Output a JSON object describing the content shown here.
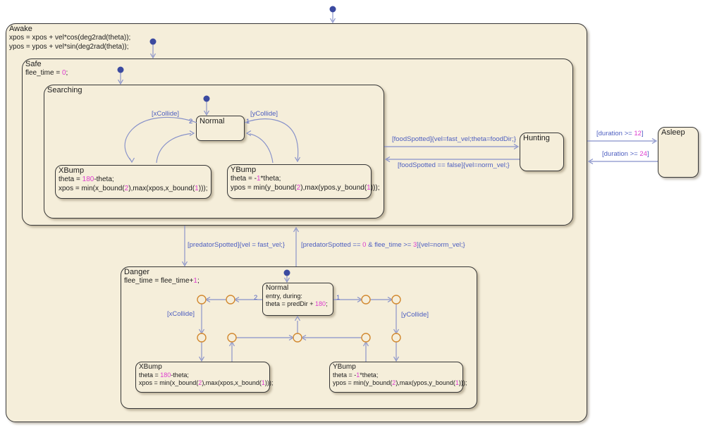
{
  "colors": {
    "state_fill": "#f5eeda",
    "state_border": "#363636",
    "line": "#8791c9",
    "label": "#4d5ec0",
    "number": "#dd3ccf",
    "dot": "#3b4aa0",
    "junction_border": "#d2882f"
  },
  "states": {
    "awake": {
      "name": "Awake",
      "code": [
        [
          {
            "t": "xpos = xpos + vel*cos(deg2rad(theta));"
          }
        ],
        [
          {
            "t": "ypos = ypos + vel*sin(deg2rad(theta));"
          }
        ]
      ]
    },
    "safe": {
      "name": "Safe",
      "code": [
        [
          {
            "t": "flee_time = "
          },
          {
            "t": "0",
            "n": true
          },
          {
            "t": ";"
          }
        ]
      ]
    },
    "searching": {
      "name": "Searching"
    },
    "normal_search": {
      "name": "Normal"
    },
    "xbump_search": {
      "name": "XBump",
      "code": [
        [
          {
            "t": "theta = "
          },
          {
            "t": "180",
            "n": true
          },
          {
            "t": "-theta;"
          }
        ],
        [
          {
            "t": "xpos = min(x_bound("
          },
          {
            "t": "2",
            "n": true
          },
          {
            "t": "),max(xpos,x_bound("
          },
          {
            "t": "1",
            "n": true
          },
          {
            "t": ")));"
          }
        ]
      ]
    },
    "ybump_search": {
      "name": "YBump",
      "code": [
        [
          {
            "t": "theta = -"
          },
          {
            "t": "1",
            "n": true
          },
          {
            "t": "*theta;"
          }
        ],
        [
          {
            "t": "ypos = min(y_bound("
          },
          {
            "t": "2",
            "n": true
          },
          {
            "t": "),max(ypos,y_bound("
          },
          {
            "t": "1",
            "n": true
          },
          {
            "t": ")));"
          }
        ]
      ]
    },
    "hunting": {
      "name": "Hunting"
    },
    "asleep": {
      "name": "Asleep"
    },
    "danger": {
      "name": "Danger",
      "code": [
        [
          {
            "t": "flee_time = flee_time+"
          },
          {
            "t": "1",
            "n": true
          },
          {
            "t": ";"
          }
        ]
      ]
    },
    "normal_danger": {
      "name": "Normal",
      "code": [
        [
          {
            "t": "entry, during:"
          }
        ],
        [
          {
            "t": "theta = predDir + "
          },
          {
            "t": "180",
            "n": true
          },
          {
            "t": ";"
          }
        ]
      ]
    },
    "xbump_danger": {
      "name": "XBump",
      "code": [
        [
          {
            "t": "theta = "
          },
          {
            "t": "180",
            "n": true
          },
          {
            "t": "-theta;"
          }
        ],
        [
          {
            "t": "xpos = min(x_bound("
          },
          {
            "t": "2",
            "n": true
          },
          {
            "t": "),max(xpos,x_bound("
          },
          {
            "t": "1",
            "n": true
          },
          {
            "t": ")));"
          }
        ]
      ]
    },
    "ybump_danger": {
      "name": "YBump",
      "code": [
        [
          {
            "t": "theta = -"
          },
          {
            "t": "1",
            "n": true
          },
          {
            "t": "*theta;"
          }
        ],
        [
          {
            "t": "ypos = min(y_bound("
          },
          {
            "t": "2",
            "n": true
          },
          {
            "t": "),max(ypos,y_bound("
          },
          {
            "t": "1",
            "n": true
          },
          {
            "t": ")));"
          }
        ]
      ]
    }
  },
  "transitions": {
    "xcollide_search": {
      "segments": [
        {
          "t": "[xCollide]"
        }
      ]
    },
    "ycollide_search": {
      "segments": [
        {
          "t": "[yCollide]"
        }
      ]
    },
    "food_go": {
      "segments": [
        {
          "t": "[foodSpotted]{vel=fast_vel;theta=foodDir;}"
        }
      ]
    },
    "food_back": {
      "segments": [
        {
          "t": "[foodSpotted == false]{vel=norm_vel;}"
        }
      ]
    },
    "duration_12": {
      "segments": [
        {
          "t": "[duration >= "
        },
        {
          "t": "12",
          "n": true
        },
        {
          "t": "]"
        }
      ]
    },
    "duration_24": {
      "segments": [
        {
          "t": "[duration >= "
        },
        {
          "t": "24",
          "n": true
        },
        {
          "t": "]"
        }
      ]
    },
    "predator_go": {
      "segments": [
        {
          "t": "[predatorSpotted]{vel = fast_vel;}"
        }
      ]
    },
    "predator_back": {
      "segments": [
        {
          "t": "[predatorSpotted == "
        },
        {
          "t": "0",
          "n": true
        },
        {
          "t": " & flee_time >= "
        },
        {
          "t": "3",
          "n": true
        },
        {
          "t": "]{vel=norm_vel;}"
        }
      ]
    },
    "xcollide_danger": {
      "segments": [
        {
          "t": "[xCollide]"
        }
      ]
    },
    "ycollide_danger": {
      "segments": [
        {
          "t": "[yCollide]"
        }
      ]
    }
  },
  "priorities": {
    "searching_left": "2",
    "searching_right": "1",
    "danger_left": "2",
    "danger_right": "1"
  }
}
